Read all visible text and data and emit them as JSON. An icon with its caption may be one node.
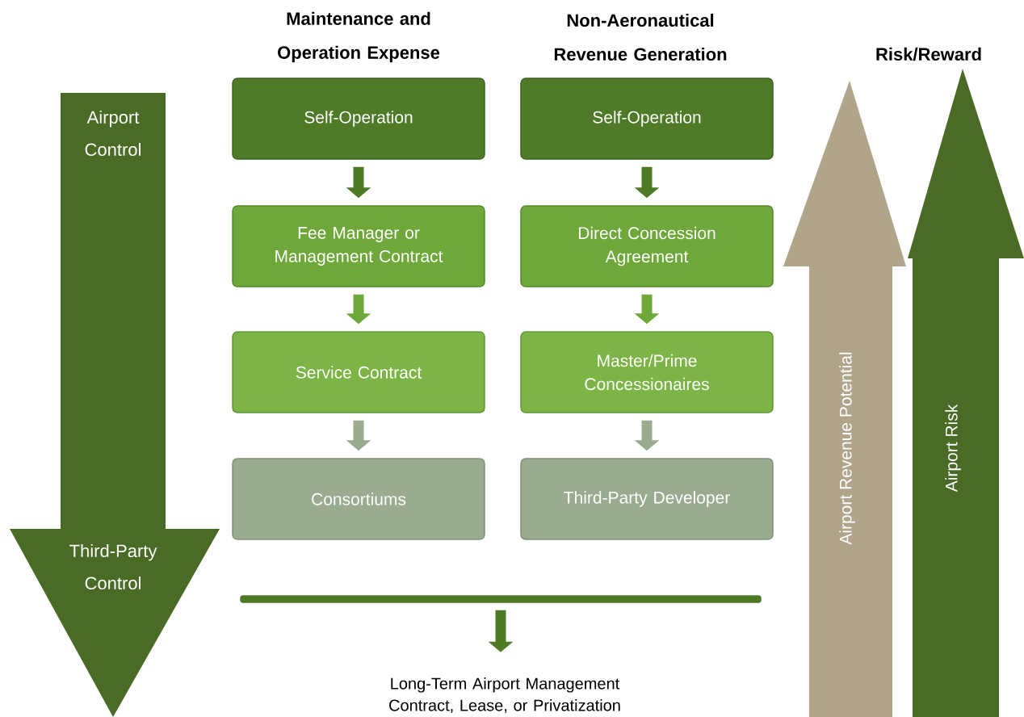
{
  "diagram": {
    "nodes": [
      {
        "text": [
          "Airport Control",
          "Third-Party Control"
        ]
      },
      {
        "text": [
          "Self-Operation"
        ]
      },
      {
        "text": [
          "Self-Operation"
        ]
      },
      {
        "text": [
          "Fee Manager or Management Contract"
        ]
      },
      {
        "text": [
          "Direct Concession Agreement"
        ]
      },
      {
        "text": [
          "Service Contract"
        ]
      },
      {
        "text": [
          "Master/Prime Concessionaires"
        ]
      },
      {
        "text": [
          "Consortiums"
        ]
      },
      {
        "text": [
          "Third-Party Developer"
        ]
      },
      {
        "text": [],
        "shape": "bar"
      },
      {
        "text": [
          "Long-Term Airport Management Contract, Lease, or Privatization"
        ]
      },
      {
        "text": [
          "Airport Revenue Potential"
        ]
      },
      {
        "text": [
          "Airport Risk"
        ]
      }
    ],
    "edges": [
      {
        "from": 1,
        "to": 3,
        "arrow": "to",
        "color": "#4e7a26"
      },
      {
        "from": 3,
        "to": 5,
        "arrow": "to",
        "color": "#6ea83a"
      },
      {
        "from": 5,
        "to": 7,
        "arrow": "to",
        "color": "#9aab90"
      },
      {
        "from": 2,
        "to": 4,
        "arrow": "to",
        "color": "#4e7a26"
      },
      {
        "from": 4,
        "to": 6,
        "arrow": "to",
        "color": "#6ea83a"
      },
      {
        "from": 6,
        "to": 8,
        "arrow": "to",
        "color": "#9aab90"
      },
      {
        "from": 9,
        "to": 10,
        "arrow": "to",
        "color": "#4e7a26"
      }
    ],
    "labels": [
      "Maintenance and Operation Expense",
      "Non-Aeronautical Revenue Generation",
      "Risk/Reward"
    ]
  }
}
